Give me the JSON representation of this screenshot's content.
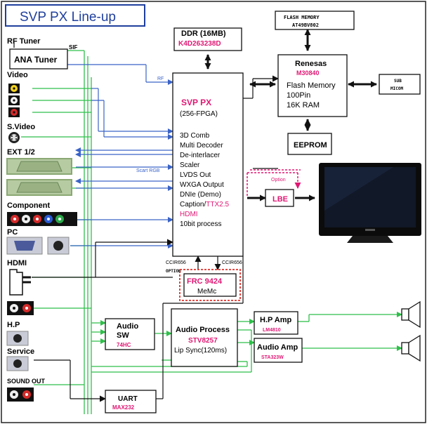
{
  "title": "SVP PX Line-up",
  "colors": {
    "blue_line": "#3a63c8",
    "green_line": "#2fbf4a",
    "magenta": "#e01874",
    "red_dash": "#e0302a",
    "title_border": "#1f3f9c",
    "title_text": "#1f3f9c"
  },
  "inputs": {
    "rf_tuner": "RF Tuner",
    "sif": "SIF",
    "ana_tuner": "ANA Tuner",
    "video": "Video",
    "s_video": "S.Video",
    "ext": "EXT 1/2",
    "component": "Component",
    "pc": "PC",
    "hdmi": "HDMI",
    "hp": "H.P",
    "service": "Service",
    "sound_out": "SOUND OUT"
  },
  "ddr": {
    "name": "DDR (16MB)",
    "part": "K4D263238D"
  },
  "flash": {
    "line1": "FLASH MEMORY",
    "line2": "AT49BV802"
  },
  "renesas": {
    "name": "Renesas",
    "part": "M30840",
    "lines": [
      "Flash Memory",
      "100Pin",
      "16K RAM"
    ]
  },
  "sub_micom": {
    "line1": "SUB",
    "line2": "MICOM"
  },
  "eeprom": "EEPROM",
  "svp": {
    "name": "SVP PX",
    "sub": "(256-FPGA)",
    "features": [
      "3D Comb",
      "Multi Decoder",
      "De-interlacer",
      "Scaler",
      "LVDS Out",
      "WXGA Output",
      "DNIe (Demo)"
    ],
    "caption_a": "Caption/",
    "caption_b": "TTX2.5",
    "hdmi": "HDMI",
    "last": "10bit process"
  },
  "labels": {
    "rf": "RF",
    "scart_rgb": "Scart RGB",
    "option_lbe": "Option",
    "ccir_left": "CCIR656",
    "ccir_right": "CCIR656",
    "option_frc": "OPTION"
  },
  "lbe": "LBE",
  "frc": {
    "name": "FRC 9424",
    "sub": "MeMc"
  },
  "audio_sw": {
    "line1": "Audio",
    "line2": "SW",
    "part": "74HC"
  },
  "audio_proc": {
    "name": "Audio Process",
    "part": "STV8257",
    "sub": "Lip Sync(120ms)"
  },
  "hp_amp": {
    "name": "H.P Amp",
    "part": "LM4810"
  },
  "audio_amp": {
    "name": "Audio Amp",
    "part": "STA323W"
  },
  "uart": {
    "name": "UART",
    "part": "MAX232"
  }
}
